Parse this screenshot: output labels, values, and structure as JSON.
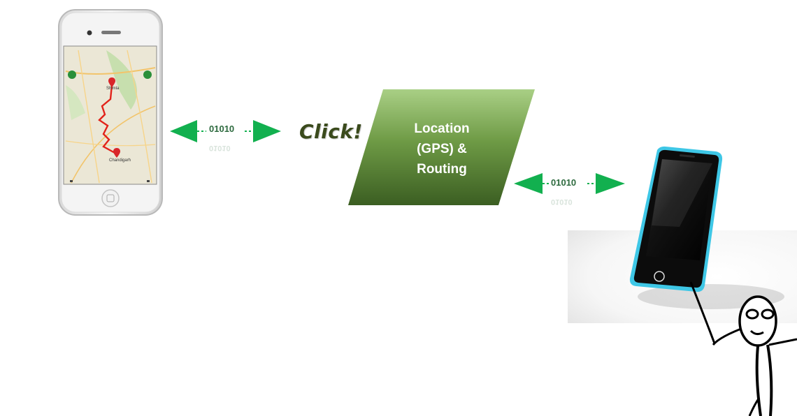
{
  "click_label": "Click!",
  "box": {
    "lines": [
      "Location",
      "(GPS) &",
      "Routing"
    ]
  },
  "arrows": [
    {
      "text": "01010"
    },
    {
      "text": "01010"
    }
  ],
  "map": {
    "pins": [
      "Shimla",
      "Chandigarh"
    ]
  },
  "colors": {
    "arrow": "#12b04f",
    "box_top": "#a9cf85",
    "box_bottom": "#3b5e22",
    "phone_frame": "#3ec7e6"
  }
}
